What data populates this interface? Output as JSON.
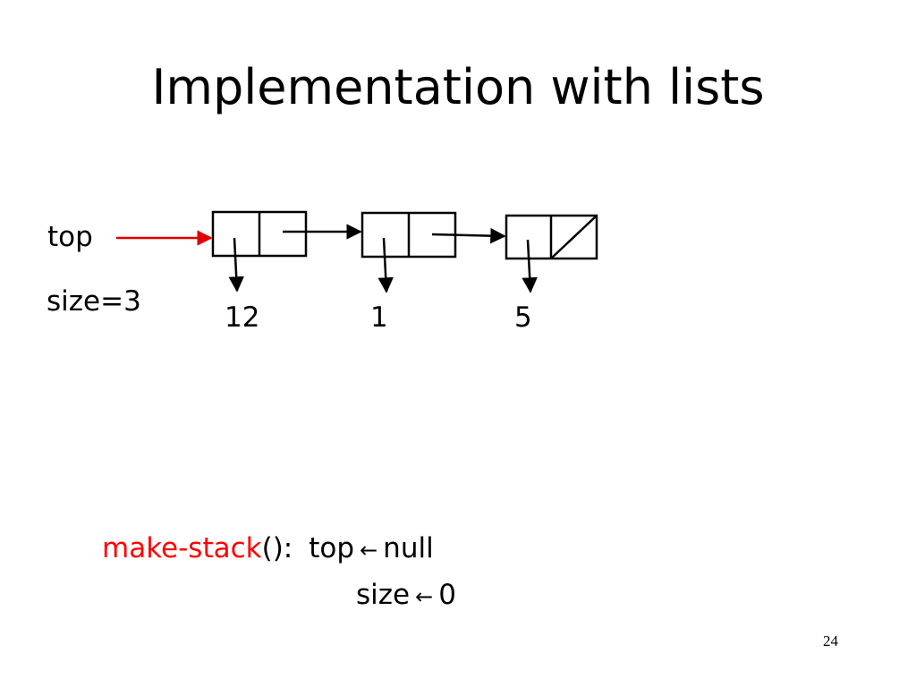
{
  "slide": {
    "title": "Implementation with lists",
    "page_number": "24"
  },
  "diagram": {
    "top_label": "top",
    "size_label": "size=3",
    "nodes": [
      {
        "value": "12",
        "next_is_null": false
      },
      {
        "value": "1",
        "next_is_null": false
      },
      {
        "value": "5",
        "next_is_null": true
      }
    ],
    "colors": {
      "top_pointer": "#e00000",
      "lines": "#000000"
    }
  },
  "code": {
    "function_name": "make-stack",
    "parens_colon": "():",
    "line1_var": "top",
    "line1_value": "null",
    "line2_var": "size",
    "line2_value": "0",
    "assign_symbol": "←",
    "function_color": "#ff0000"
  }
}
